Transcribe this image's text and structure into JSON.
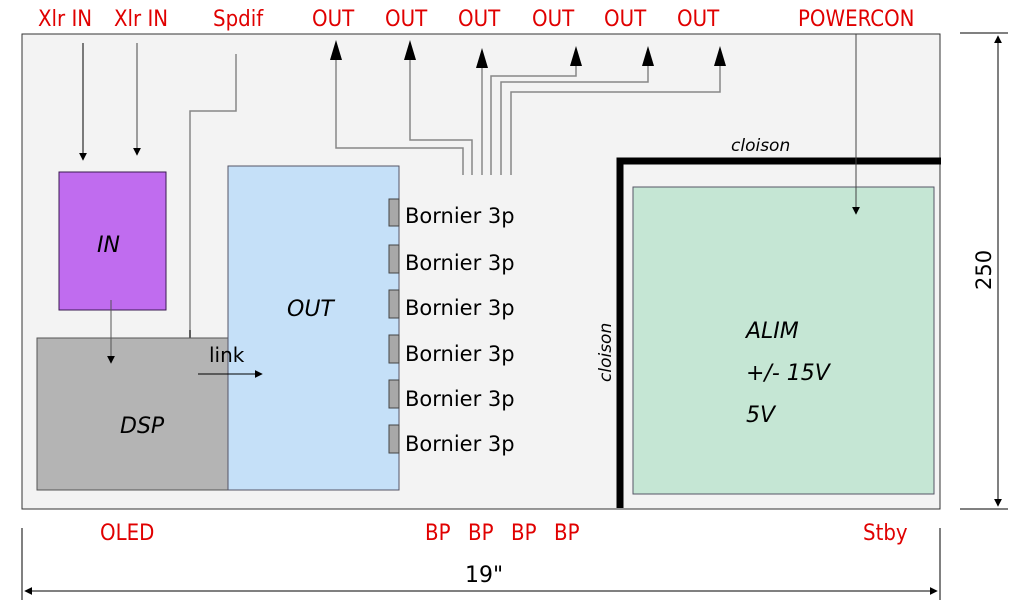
{
  "top_connectors": {
    "xlr_in_1": "Xlr IN",
    "xlr_in_2": "Xlr IN",
    "spdif": "Spdif",
    "outs": [
      "OUT",
      "OUT",
      "OUT",
      "OUT",
      "OUT",
      "OUT"
    ],
    "powercon": "POWERCON"
  },
  "modules": {
    "in": "IN",
    "dsp": "DSP",
    "out": "OUT",
    "link": "link",
    "alim": [
      "ALIM",
      "+/- 15V",
      "5V"
    ]
  },
  "borniers": [
    "Bornier 3p",
    "Bornier 3p",
    "Bornier 3p",
    "Bornier 3p",
    "Bornier 3p",
    "Bornier 3p"
  ],
  "partitions": {
    "horizontal": "cloison",
    "vertical": "cloison"
  },
  "bottom_labels": {
    "oled": "OLED",
    "bp": [
      "BP",
      "BP",
      "BP",
      "BP"
    ],
    "stby": "Stby"
  },
  "dimensions": {
    "width": "19\"",
    "height": "250"
  },
  "colors": {
    "chassis": "#f3f3f3",
    "in_module": "#c06cef",
    "dsp_module": "#b4b4b4",
    "out_module": "#c5e0f8",
    "alim_module": "#c5e6d4",
    "connector_label": "#e00000"
  }
}
